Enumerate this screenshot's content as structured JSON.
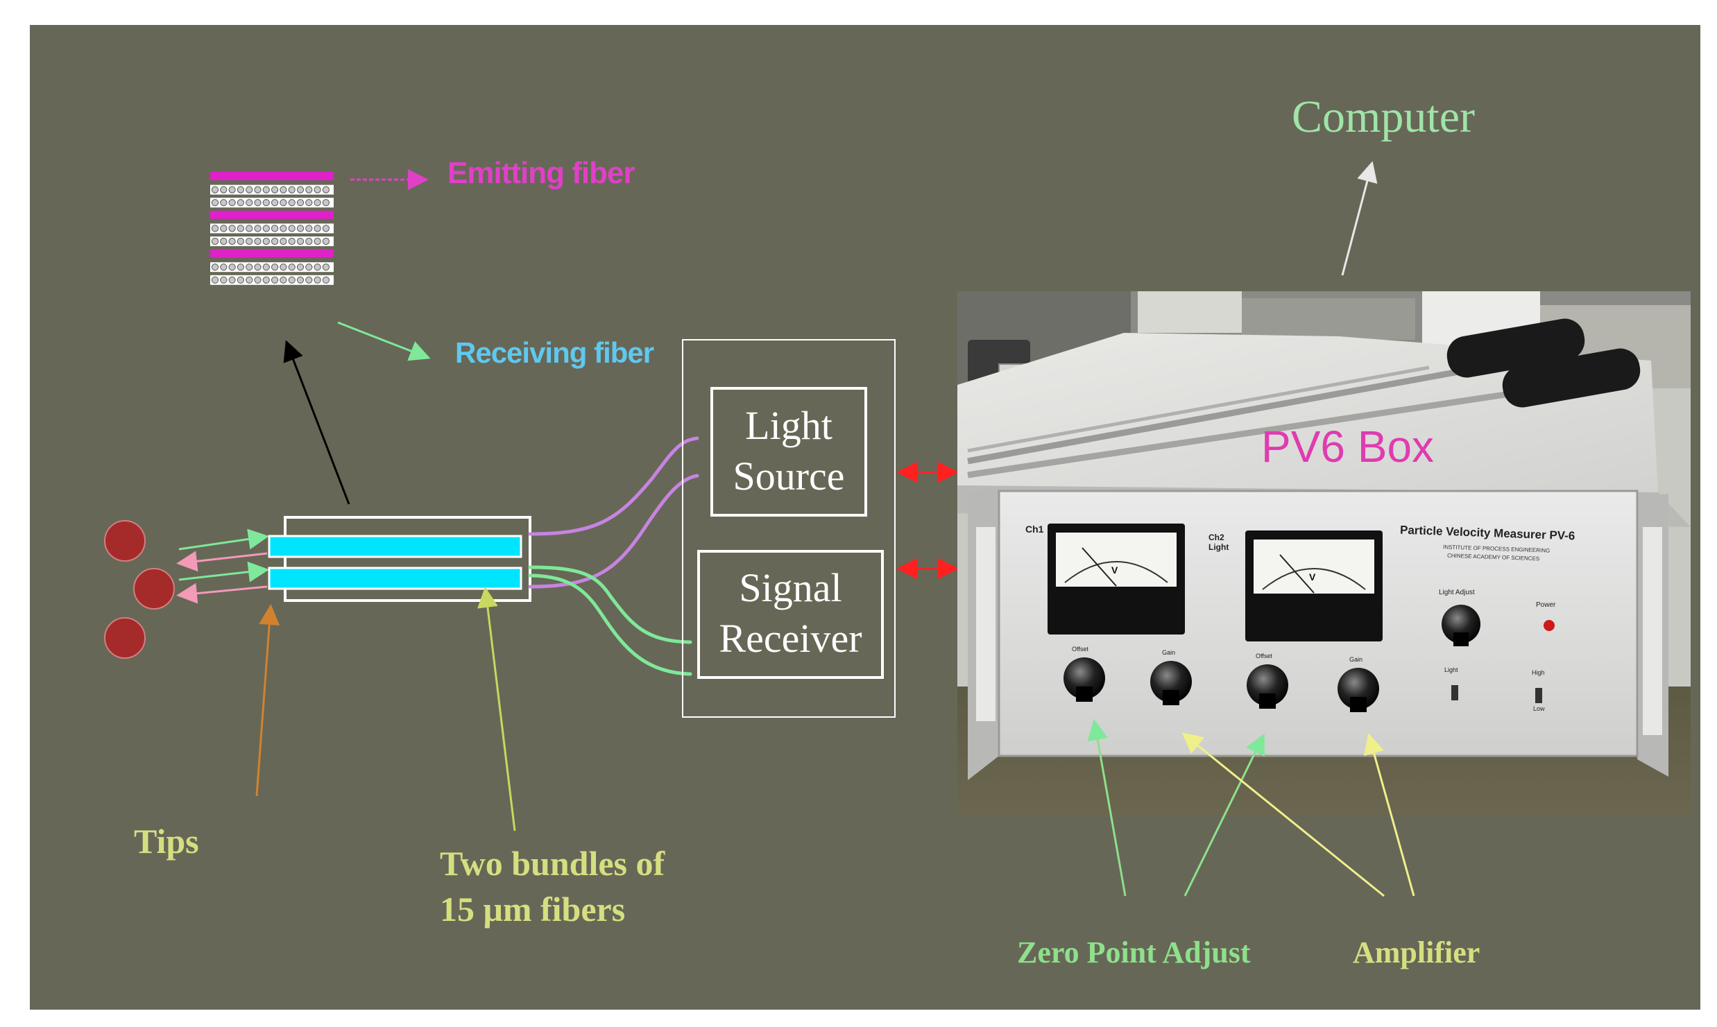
{
  "labels": {
    "computer": "Computer",
    "emitting_fiber": "Emitting fiber",
    "receiving_fiber": "Receiving fiber",
    "light_source_line1": "Light",
    "light_source_line2": "Source",
    "signal_receiver_line1": "Signal",
    "signal_receiver_line2": "Receiver",
    "pv6_box": "PV6 Box",
    "tips": "Tips",
    "bundles_line1": "Two bundles of",
    "bundles_line2": "15 μm fibers",
    "zero_point_adjust": "Zero Point Adjust",
    "amplifier": "Amplifier"
  },
  "device_panel": {
    "title": "Particle Velocity Measurer  PV-6",
    "subtitle1": "INSTITUTE OF PROCESS ENGINEERING",
    "subtitle2": "CHINESE ACADEMY OF SCIENCES",
    "ch1": "Ch1",
    "ch2_line1": "Ch2",
    "ch2_line2": "Light",
    "meter_unit": "V",
    "light_adjust": "Light Adjust",
    "power": "Power",
    "offset_1": "Offset",
    "gain_1": "Gain",
    "offset_2": "Offset",
    "gain_2": "Gain",
    "light": "Light",
    "high": "High",
    "low": "Low"
  },
  "colors": {
    "background": "#676757",
    "computer_text": "#9fe4a8",
    "emitting_text": "#e040c8",
    "receiving_text": "#5fc8ef",
    "yellow_text": "#d6df80",
    "green_label": "#8ee08a",
    "pv6_text": "#e03bb0",
    "tip_circle": "#a52a2a",
    "fiber_cyan": "#00e5ff",
    "red_arrow": "#ff2020"
  }
}
